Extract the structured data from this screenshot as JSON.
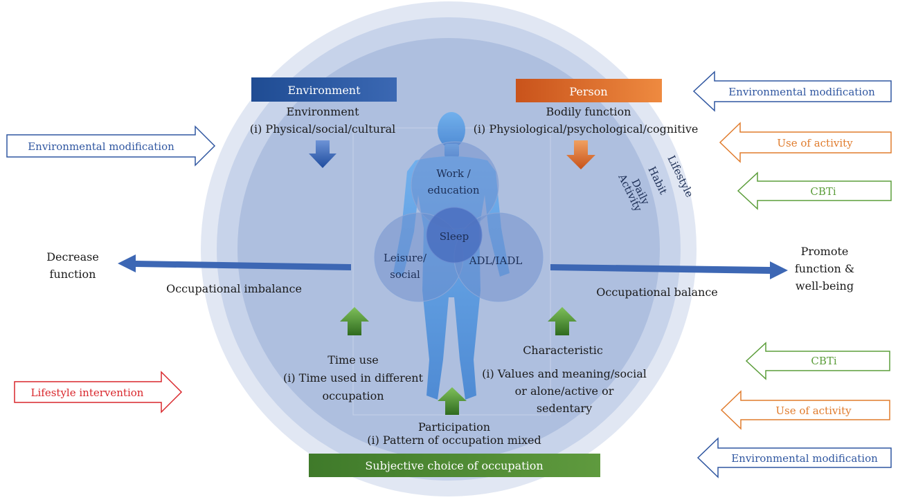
{
  "header_boxes": {
    "environment": "Environment",
    "person": "Person",
    "subjective_choice": "Subjective choice of occupation"
  },
  "environment_section": {
    "title": "Environment",
    "item": "(i) Physical/social/cultural"
  },
  "person_section": {
    "title": "Bodily function",
    "item": "(i) Physiological/psychological/cognitive"
  },
  "time_use_section": {
    "title": "Time use",
    "item_line1": "(i) Time used in different",
    "item_line2": "occupation"
  },
  "characteristic_section": {
    "title": "Characteristic",
    "item_line1": "(i) Values and meaning/social",
    "item_line2": "or alone/active or",
    "item_line3": "sedentary"
  },
  "participation_section": {
    "title": "Participation",
    "item": "(i) Pattern of occupation mixed"
  },
  "occupation_circles": {
    "work_line1": "Work /",
    "work_line2": "education",
    "sleep": "Sleep",
    "leisure_line1": "Leisure/",
    "leisure_line2": "social",
    "adl": "ADL/IADL"
  },
  "ring_labels": {
    "lifestyle": "Lifestyle",
    "habit": "Habit",
    "daily": "Daily",
    "activity": "Activity"
  },
  "outcomes": {
    "decrease_line1": "Decrease",
    "decrease_line2": "function",
    "imbalance": "Occupational imbalance",
    "promote_line1": "Promote",
    "promote_line2": "function &",
    "promote_line3": "well-being",
    "balance": "Occupational balance"
  },
  "interventions": {
    "left_env_mod": "Environmental modification",
    "left_lifestyle": "Lifestyle intervention",
    "right_top_env_mod": "Environmental modification",
    "right_top_activity": "Use of activity",
    "right_top_cbti": "CBTi",
    "right_bottom_cbti": "CBTi",
    "right_bottom_activity": "Use of activity",
    "right_bottom_env_mod": "Environmental modification"
  },
  "colors": {
    "outer_ring": "#dfe6f3",
    "middle_ring": "#c3d0e8",
    "inner_disc": "#a9bbdd",
    "environment_box": "#2f56a0",
    "person_box": "#d9621f",
    "subjective_box": "#4f8a35",
    "blue_arrow": "#3d67b4",
    "orange_arrow": "#e07b2c",
    "green_arrow": "#5b9d3a",
    "red_arrow": "#d9262b",
    "body": "#5f9fe0"
  }
}
